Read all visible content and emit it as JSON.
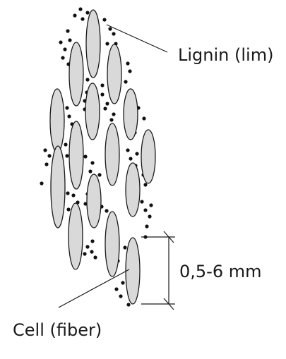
{
  "labels": {
    "lignin": "Lignin (lim)",
    "dimension": "0,5-6 mm",
    "cell": "Cell (fiber)"
  }
}
